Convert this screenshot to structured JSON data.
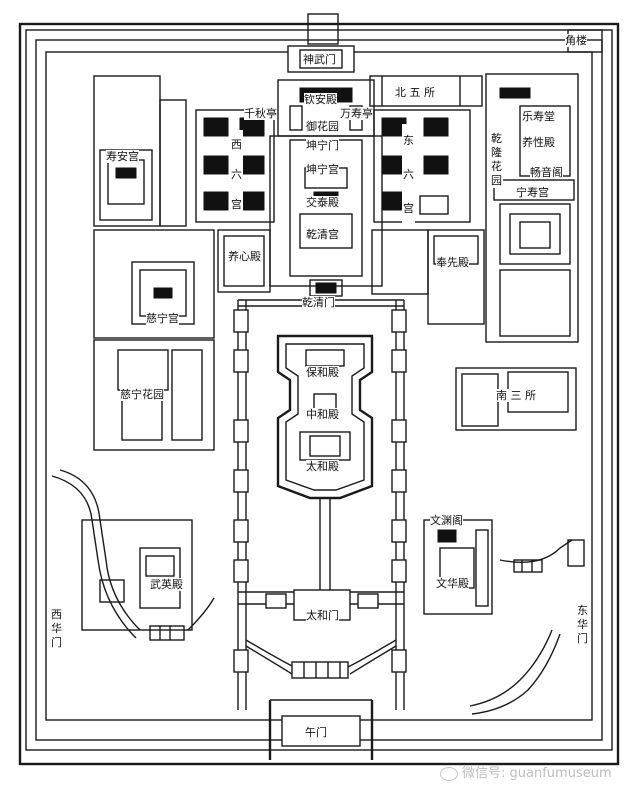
{
  "map": {
    "gates": {
      "north": "神武门",
      "south": "午门",
      "west": "西华门",
      "east": "东华门",
      "corner_tower": "角楼"
    },
    "labels": {
      "qinandian": "钦安殿",
      "qianqiuting": "千秋亭",
      "wanchunting": "万寿亭",
      "yuhuayuan": "御花园",
      "kunningmen": "坤宁门",
      "kunninggong": "坤宁宫",
      "jiaotaidian": "交泰殿",
      "qianqinggong": "乾清宫",
      "qianqingmen": "乾清门",
      "xiliugong": "西六宫",
      "dongliugong": "东六宫",
      "beiwusuo": "北 五 所",
      "shouangong": "寿安宫",
      "leshoutang": "乐寿堂",
      "qianlonghuayuan": "乾隆花园",
      "yangxingdian": "养性殿",
      "changyinge": "畅音阁",
      "ningshougong": "宁寿宫",
      "yangxindian": "养心殿",
      "fengxiandian": "奉先殿",
      "cininggong": "慈宁宫",
      "cininghuayuan": "慈宁花园",
      "baohedian": "保和殿",
      "zhonghedian": "中和殿",
      "taihedian": "太和殿",
      "taihemen": "太和门",
      "nansansuo": "南 三 所",
      "wenyuange": "文渊阁",
      "wenhuadian": "文华殿",
      "wuyingdian": "武英殿"
    },
    "watermark": "微信号: guanfumuseum"
  }
}
